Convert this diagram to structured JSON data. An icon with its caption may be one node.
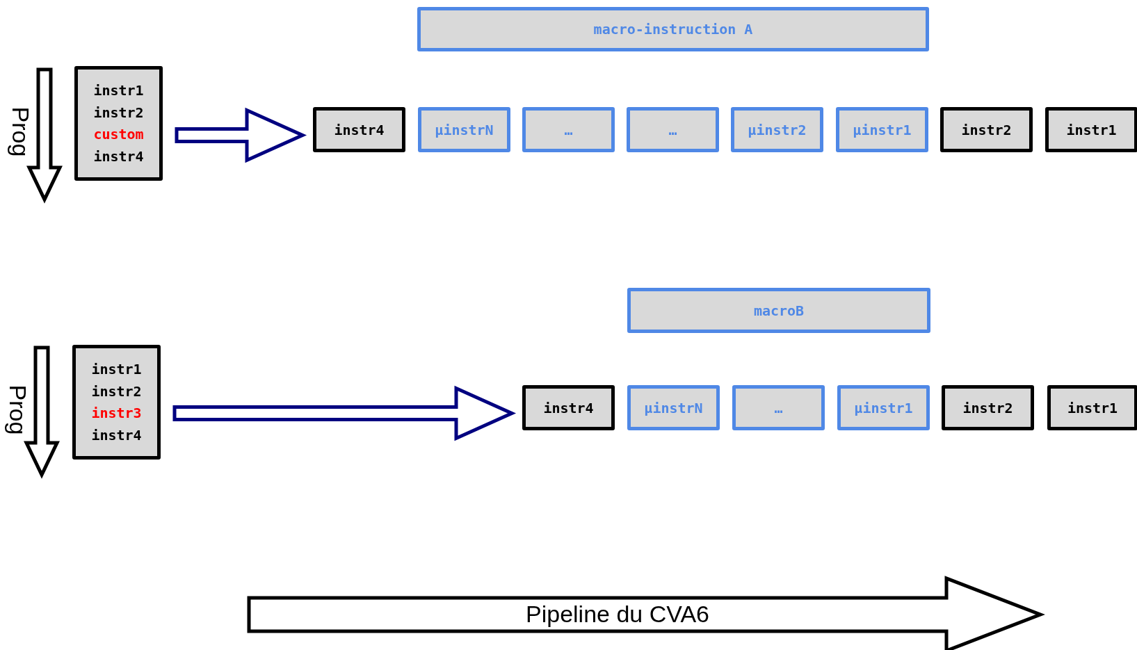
{
  "diagram": {
    "nodes": [
      {
        "text": [
          "instr1",
          "instr2",
          "custom",
          "instr4"
        ]
      },
      {
        "text": [
          "instr4"
        ]
      },
      {
        "text": [
          "µinstrN"
        ]
      },
      {
        "text": [
          "…"
        ]
      },
      {
        "text": [
          "…"
        ]
      },
      {
        "text": [
          "µinstr2"
        ]
      },
      {
        "text": [
          "µinstr1"
        ]
      },
      {
        "text": [
          "instr2"
        ]
      },
      {
        "text": [
          "instr1"
        ]
      },
      {
        "text": [
          "macro-instruction A"
        ]
      },
      {
        "text": [
          "instr1",
          "instr2",
          "instr3",
          "instr4"
        ]
      },
      {
        "text": [
          "instr4"
        ]
      },
      {
        "text": [
          "µinstrN"
        ]
      },
      {
        "text": [
          "…"
        ]
      },
      {
        "text": [
          "µinstr1"
        ]
      },
      {
        "text": [
          "instr2"
        ]
      },
      {
        "text": [
          "instr1"
        ]
      },
      {
        "text": [
          "macroB"
        ]
      }
    ],
    "edges": [
      {
        "from": 0,
        "to": 1,
        "arrow": "to"
      },
      {
        "from": 10,
        "to": 11,
        "arrow": "to"
      }
    ],
    "labels": [
      "Prog",
      "Prog",
      "Pipeline du CVA6"
    ]
  }
}
